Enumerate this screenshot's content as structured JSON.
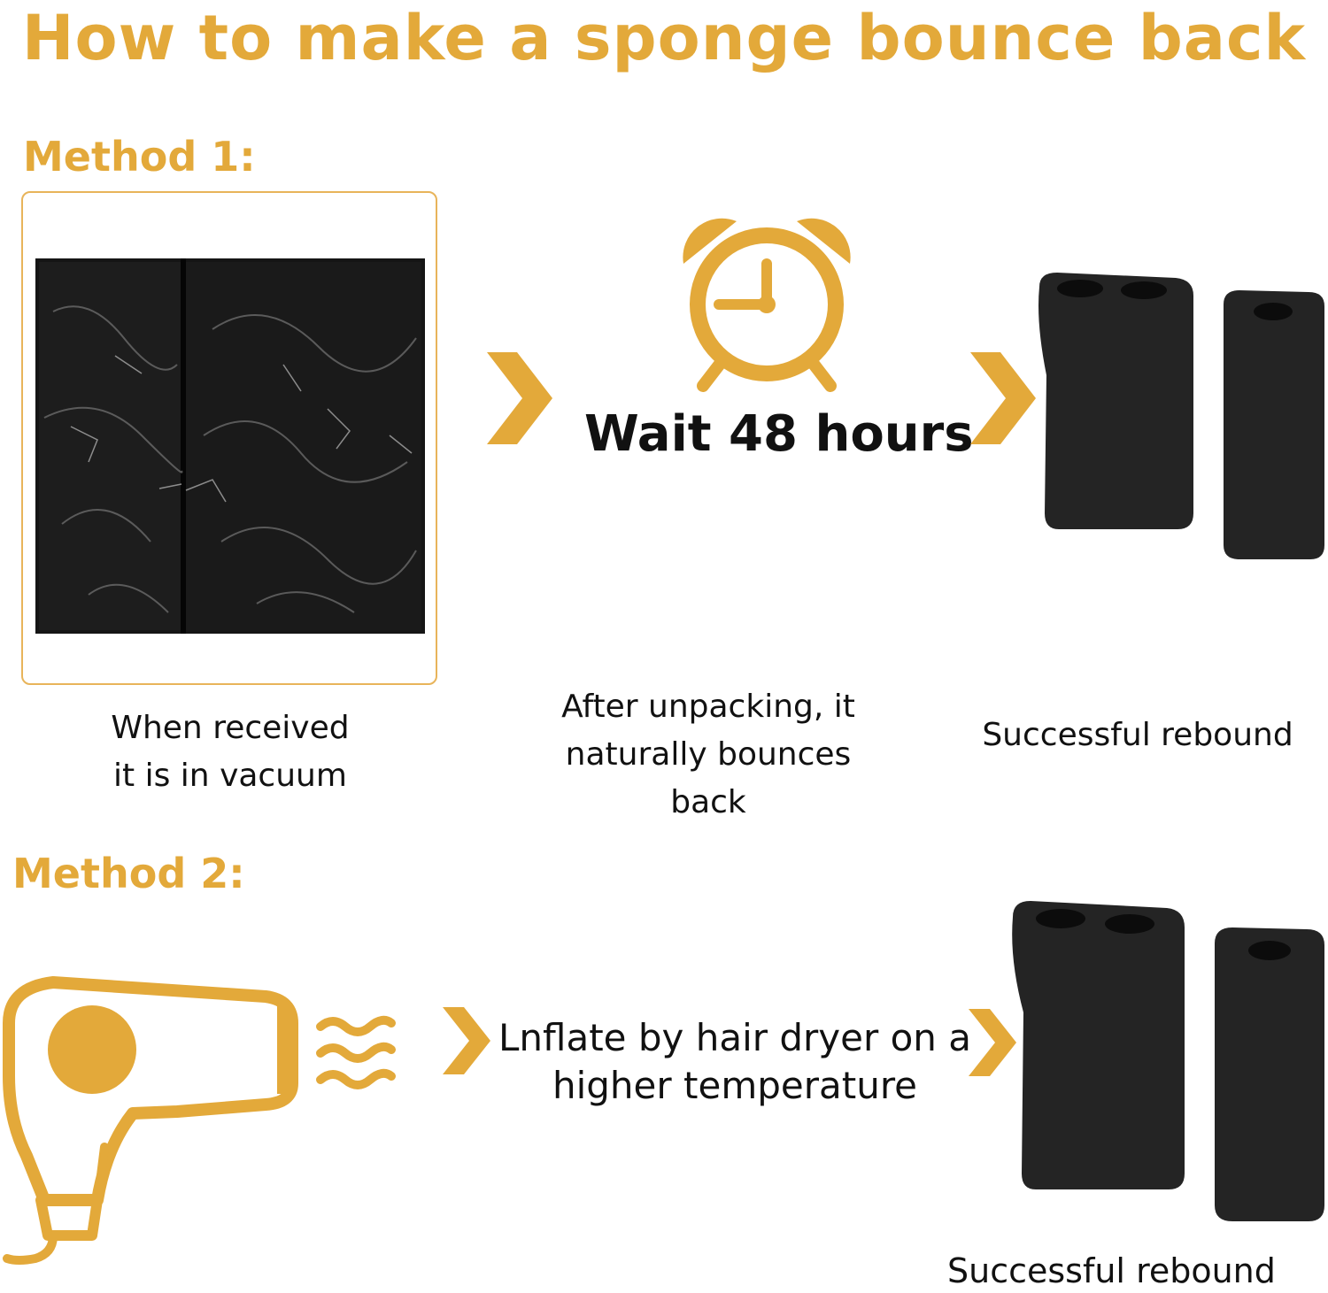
{
  "title": "How to make a sponge bounce back",
  "colors": {
    "accent": "#E3A93A",
    "text": "#111111",
    "foam": "#1e1e1e"
  },
  "method1": {
    "heading": "Method 1:",
    "step1_caption": "When received\nit is in vacuum",
    "step2_label": "Wait 48 hours",
    "step2_caption": "After unpacking, it\nnaturally bounces\nback",
    "step3_caption": "Successful rebound",
    "icons": [
      "vacuum-sponge-image",
      "arrow-right-icon",
      "alarm-clock-icon",
      "sponge-holder-image"
    ]
  },
  "method2": {
    "heading": "Method 2:",
    "step_label": "Lnflate by hair dryer on a\nhigher temperature",
    "result_caption": "Successful rebound",
    "icons": [
      "hair-dryer-icon",
      "hot-air-waves-icon",
      "arrow-right-icon",
      "sponge-holder-image"
    ]
  }
}
